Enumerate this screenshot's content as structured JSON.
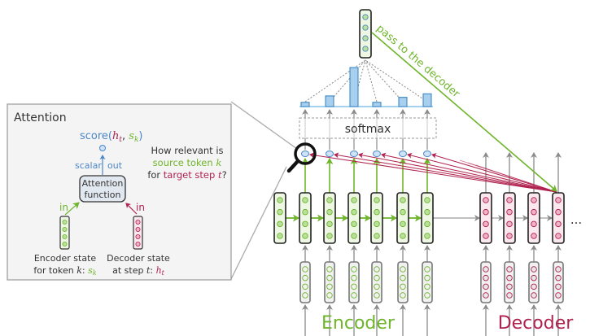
{
  "colors": {
    "encoder_green": "#6fb52c",
    "encoder_fill": "#eef7e4",
    "encoder_dot": "#b9e19a",
    "decoder_red": "#b0224f",
    "decoder_fill": "#fbe8ee",
    "decoder_dot": "#f0b3c6",
    "score_blue": "#4a86c8",
    "bar_fill": "#a8cfee",
    "bar_stroke": "#2f7fc1",
    "gray": "#8a8a8a",
    "text_dark": "#333333"
  },
  "attention_panel": {
    "title": "Attention",
    "score_prefix": "score(",
    "score_h": "h",
    "score_h_sub": "t",
    "score_comma": ", ",
    "score_s": "s",
    "score_s_sub": "k",
    "score_suffix": ")",
    "scalar_label": "scalar",
    "out_label": "out",
    "function_line1": "Attention",
    "function_line2": "function",
    "in_left": "in",
    "in_right": "in",
    "question_line1": "How relevant is",
    "question_line2_a": "source token ",
    "question_line2_b": "k",
    "question_line3_a": "for ",
    "question_line3_b": "target step ",
    "question_line3_c": "t",
    "question_line3_d": "?",
    "encoder_caption_line1": "Encoder state",
    "encoder_caption_line2_a": "for token ",
    "encoder_caption_line2_b": "k",
    "encoder_caption_line2_c": ":  ",
    "encoder_caption_sym": "s",
    "encoder_caption_sub": "k",
    "decoder_caption_line1": "Decoder state",
    "decoder_caption_line2_a": "at step ",
    "decoder_caption_line2_b": "t",
    "decoder_caption_line2_c": ":  ",
    "decoder_caption_sym": "h",
    "decoder_caption_sub": "t"
  },
  "diagram": {
    "softmax_label": "softmax",
    "pass_label": "pass to the decoder",
    "encoder_label": "Encoder",
    "decoder_label": "Decoder",
    "ellipsis": "...",
    "attention_weights": [
      0.06,
      0.15,
      0.55,
      0.06,
      0.13,
      0.18
    ],
    "encoder_steps": 6,
    "decoder_steps": 4,
    "current_decoder_step": 4
  }
}
